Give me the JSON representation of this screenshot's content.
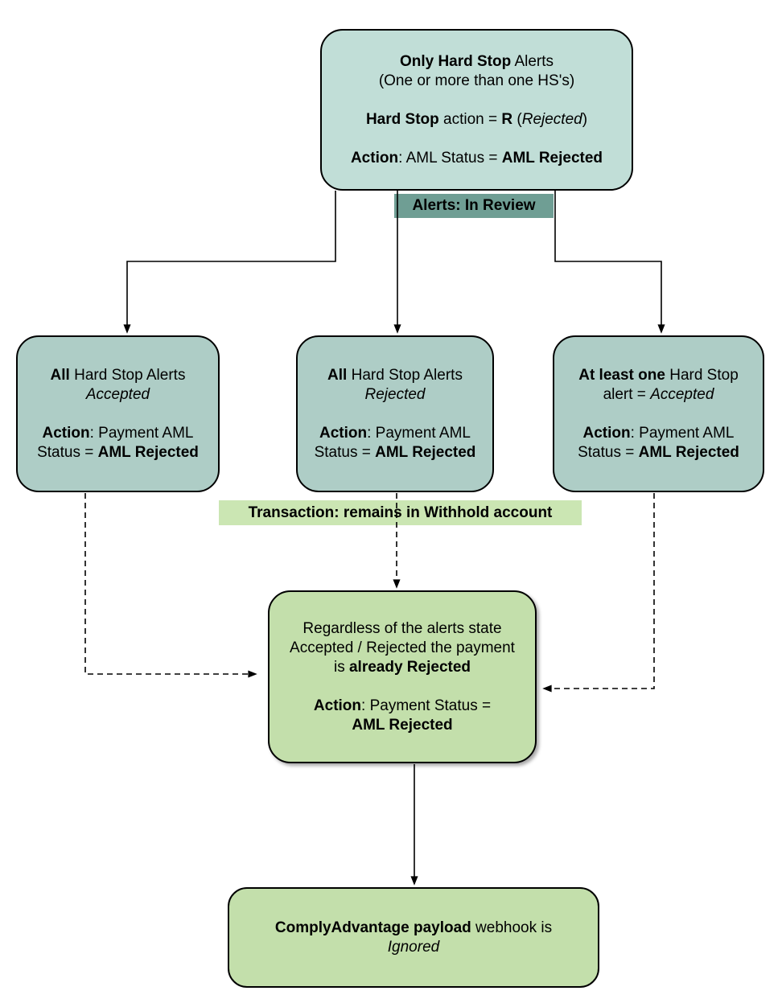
{
  "colors": {
    "background": "#ffffff",
    "stroke": "#000000",
    "teal-top": "#c1ded7",
    "teal-row": "#aecdc6",
    "teal-label": "#6f9e94",
    "green-box": "#c3dfab",
    "green-label": "#cbe6b3"
  },
  "labels": {
    "alerts": "Alerts: In Review",
    "transaction": "Transaction: remains in Withhold account"
  },
  "nodes": {
    "top": {
      "lines": [
        [
          {
            "t": "Only Hard Stop",
            "b": true
          },
          {
            "t": " Alerts"
          }
        ],
        [
          {
            "t": "(One or more than one HS's)"
          }
        ],
        [],
        [
          {
            "t": "Hard Stop",
            "b": true
          },
          {
            "t": " action = "
          },
          {
            "t": "R",
            "b": true
          },
          {
            "t": " ("
          },
          {
            "t": "Rejected",
            "i": true
          },
          {
            "t": ")"
          }
        ],
        [],
        [
          {
            "t": "Action",
            "b": true
          },
          {
            "t": ": AML Status = "
          },
          {
            "t": "AML Rejected",
            "b": true
          }
        ]
      ]
    },
    "row": [
      {
        "lines": [
          [
            {
              "t": "All",
              "b": true
            },
            {
              "t": " Hard Stop Alerts"
            }
          ],
          [
            {
              "t": "Accepted",
              "i": true
            }
          ],
          [],
          [
            {
              "t": "Action",
              "b": true
            },
            {
              "t": ": Payment AML"
            }
          ],
          [
            {
              "t": "Status = "
            },
            {
              "t": "AML Rejected",
              "b": true
            }
          ]
        ]
      },
      {
        "lines": [
          [
            {
              "t": "All",
              "b": true
            },
            {
              "t": " Hard Stop Alerts"
            }
          ],
          [
            {
              "t": "Rejected",
              "i": true
            }
          ],
          [],
          [
            {
              "t": "Action",
              "b": true
            },
            {
              "t": ": Payment AML"
            }
          ],
          [
            {
              "t": "Status = "
            },
            {
              "t": "AML Rejected",
              "b": true
            }
          ]
        ]
      },
      {
        "lines": [
          [
            {
              "t": "At least one",
              "b": true
            },
            {
              "t": " Hard Stop"
            }
          ],
          [
            {
              "t": "alert = "
            },
            {
              "t": "Accepted",
              "i": true
            }
          ],
          [],
          [
            {
              "t": "Action",
              "b": true
            },
            {
              "t": ": Payment AML"
            }
          ],
          [
            {
              "t": "Status = "
            },
            {
              "t": "AML Rejected",
              "b": true
            }
          ]
        ]
      }
    ],
    "center": {
      "lines": [
        [
          {
            "t": "Regardless of the alerts state"
          }
        ],
        [
          {
            "t": "Accepted / Rejected the payment"
          }
        ],
        [
          {
            "t": "is "
          },
          {
            "t": "already Rejected",
            "b": true
          }
        ],
        [],
        [
          {
            "t": "Action",
            "b": true
          },
          {
            "t": ": Payment Status ="
          }
        ],
        [
          {
            "t": "AML Rejected",
            "b": true
          }
        ]
      ]
    },
    "bottom": {
      "lines": [
        [
          {
            "t": "ComplyAdvantage payload",
            "b": true
          },
          {
            "t": " webhook is"
          }
        ],
        [
          {
            "t": "Ignored",
            "i": true
          }
        ]
      ]
    }
  }
}
